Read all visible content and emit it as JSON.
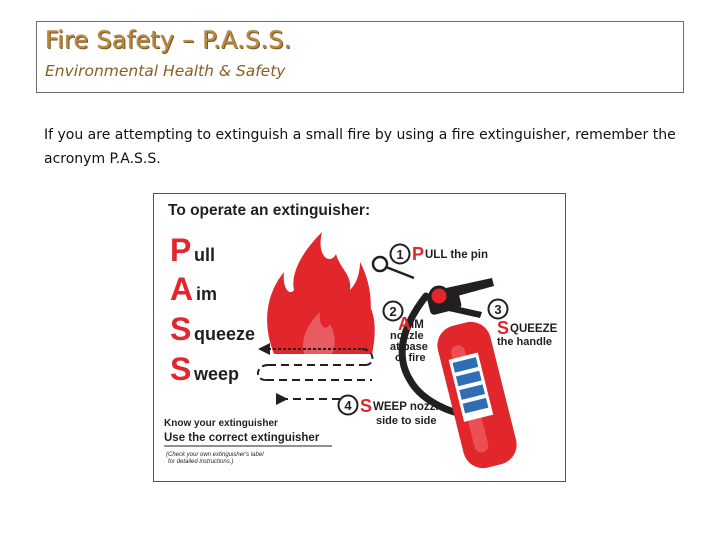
{
  "header": {
    "title": "Fire Safety – P.A.S.S.",
    "subtitle": "Environmental Health & Safety"
  },
  "intro": {
    "text": "If you are attempting to extinguish a small fire by using a fire extinguisher, remember the acronym P.A.S.S."
  },
  "figure": {
    "heading": "To operate an extinguisher:",
    "acronym": [
      {
        "letter": "P",
        "rest": "ull"
      },
      {
        "letter": "A",
        "rest": "im"
      },
      {
        "letter": "S",
        "rest": "queeze"
      },
      {
        "letter": "S",
        "rest": "weep"
      }
    ],
    "steps": [
      {
        "num": "1",
        "letter": "P",
        "label": "ULL the pin"
      },
      {
        "num": "2",
        "letter": "A",
        "label": "IM",
        "detail": [
          "nozzle",
          "at base",
          "of fire"
        ]
      },
      {
        "num": "3",
        "letter": "S",
        "label": "QUEEZE",
        "detail": [
          "the handle"
        ]
      },
      {
        "num": "4",
        "letter": "S",
        "label": "WEEP nozzle",
        "detail": [
          "side to side"
        ]
      }
    ],
    "know_line": "Know your extinguisher",
    "use_line": "Use the correct extinguisher",
    "note_line1": "(Check your own extinguisher's label",
    "note_line2": "for detailed instructions.)",
    "colors": {
      "red": "#e1262c",
      "dark": "#231f20",
      "gold": "#b8863d"
    }
  }
}
